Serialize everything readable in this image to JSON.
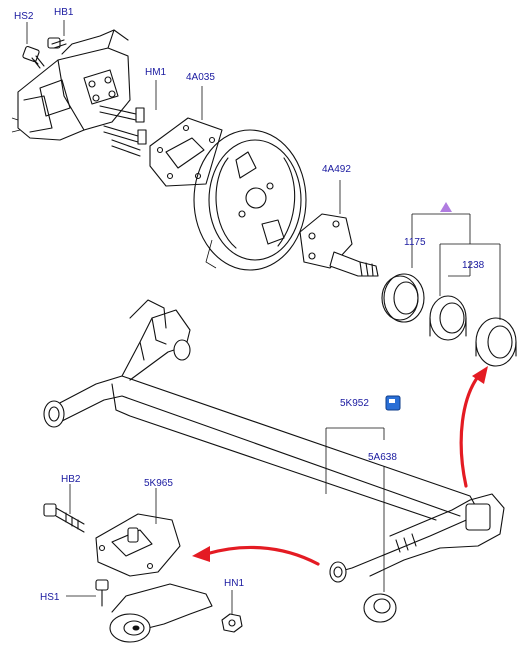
{
  "labels": {
    "hs2_top": "HS2",
    "hb1": "HB1",
    "hm1": "HM1",
    "p4a035": "4A035",
    "p4a492": "4A492",
    "p1175": "1175",
    "p1238": "1238",
    "p5k952": "5K952",
    "p5a638": "5A638",
    "hb2": "HB2",
    "p5k965": "5K965",
    "hs1": "HS1",
    "hn1": "HN1"
  },
  "colors": {
    "label": "#1a1aa0",
    "arrow": "#e41b23",
    "triangle": "#b07ce0",
    "icon": "#2a6fd6"
  }
}
